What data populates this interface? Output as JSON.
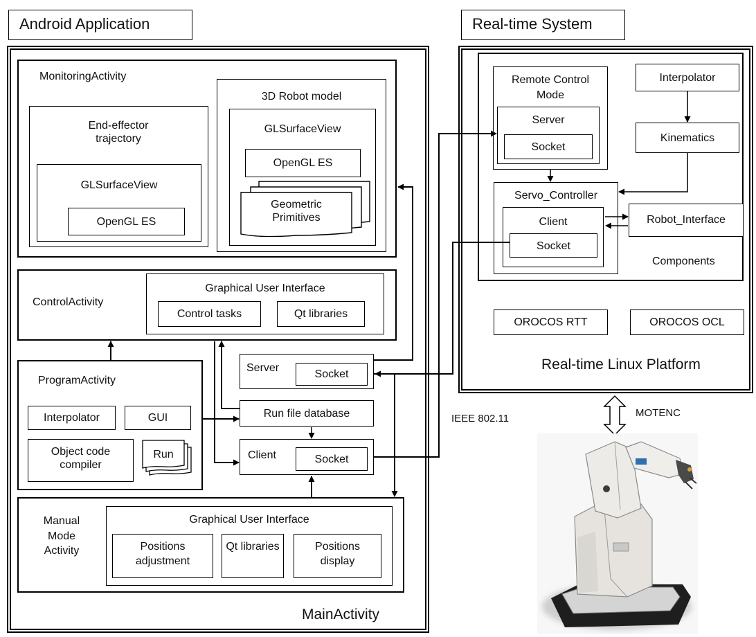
{
  "android": {
    "header": "Android Application",
    "main_activity": "MainActivity",
    "monitoring": {
      "title": "MonitoringActivity",
      "trajectory": {
        "title": "End-effector trajectory",
        "glview": "GLSurfaceView",
        "opengl": "OpenGL ES"
      },
      "robot_model": {
        "title": "3D Robot model",
        "glview": "GLSurfaceView",
        "opengl": "OpenGL ES",
        "primitives": "Geometric Primitives"
      }
    },
    "control": {
      "title": "ControlActivity",
      "gui": "Graphical User Interface",
      "tasks": "Control tasks",
      "qt": "Qt libraries"
    },
    "program": {
      "title": "ProgramActivity",
      "interpolator": "Interpolator",
      "gui": "GUI",
      "compiler": "Object code compiler",
      "run": "Run"
    },
    "server": {
      "label": "Server",
      "socket": "Socket"
    },
    "run_db": "Run file database",
    "client": {
      "label": "Client",
      "socket": "Socket"
    },
    "manual": {
      "title": "Manual Mode Activity",
      "gui": "Graphical User Interface",
      "positions_adj": "Positions adjustment",
      "qt": "Qt libraries",
      "positions_disp": "Positions display"
    }
  },
  "realtime": {
    "header": "Real-time System",
    "platform": "Real-time Linux Platform",
    "components": "Components",
    "remote": {
      "title": "Remote Control Mode",
      "server": "Server",
      "socket": "Socket"
    },
    "interpolator": "Interpolator",
    "kinematics": "Kinematics",
    "servo": {
      "title": "Servo_Controller",
      "client": "Client",
      "socket": "Socket"
    },
    "robot_interface": "Robot_Interface",
    "rtt": "OROCOS RTT",
    "ocl": "OROCOS OCL"
  },
  "links": {
    "wifi": "IEEE 802.11",
    "motenc": "MOTENC"
  }
}
